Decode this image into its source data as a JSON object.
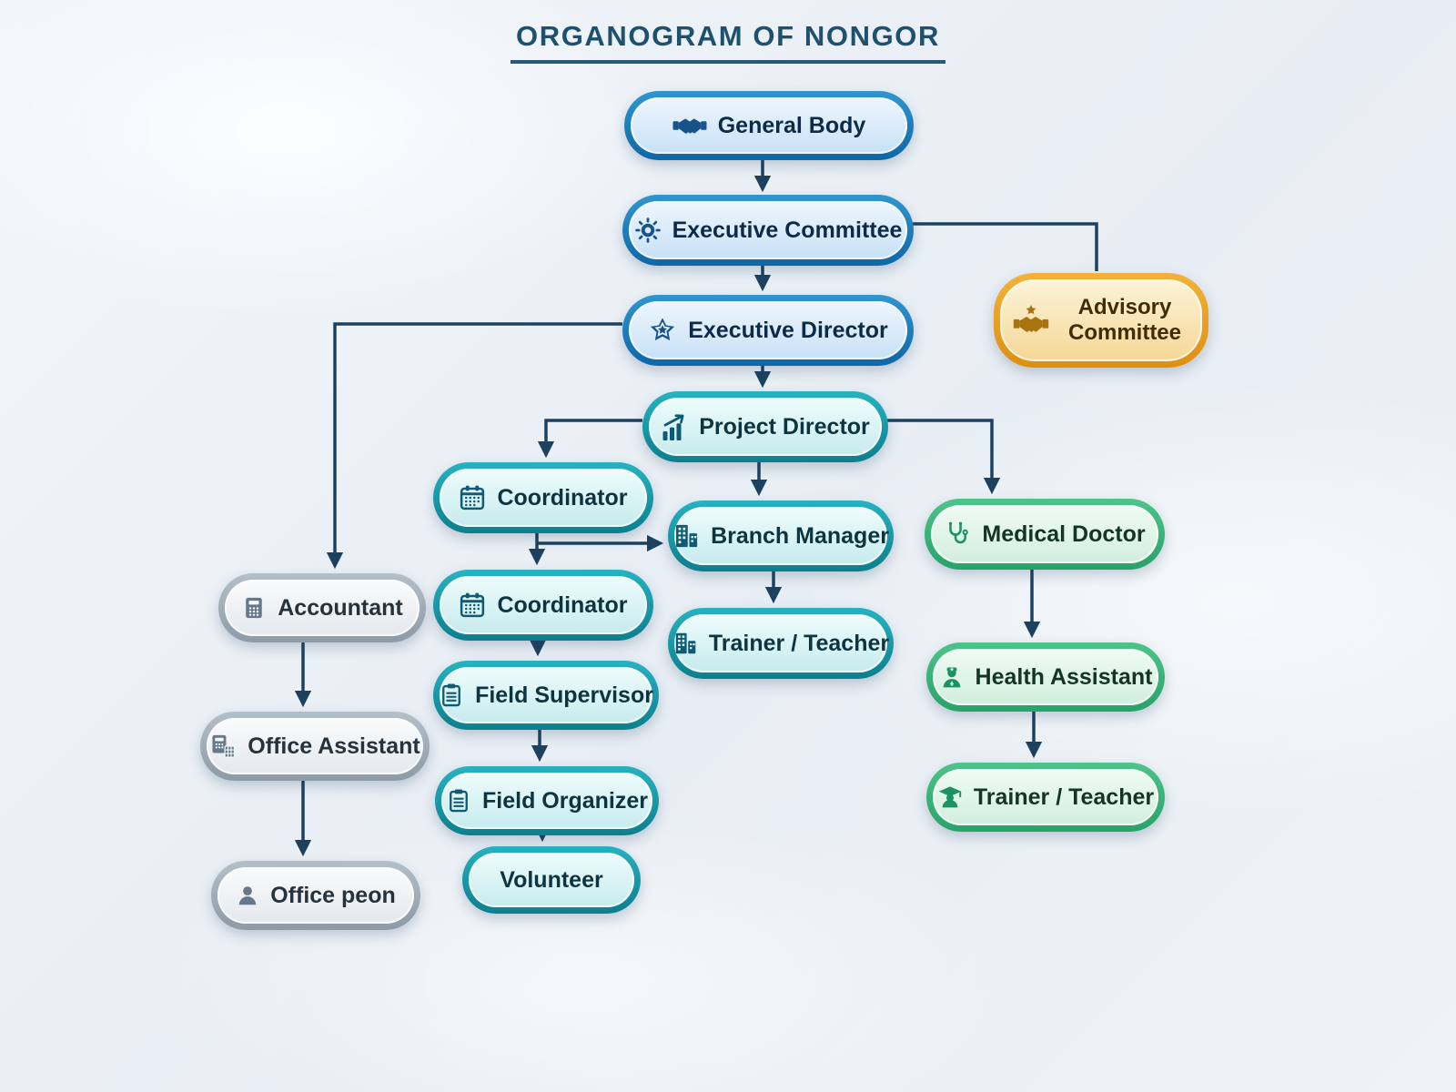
{
  "title": "ORGANOGRAM OF NONGOR",
  "palette": {
    "blue_border": "#1578b8",
    "teal_border": "#13a0b0",
    "green_border": "#3bb878",
    "gray_border": "#9fadb8",
    "orange_border": "#eda42c",
    "connector": "#1d4260",
    "title_color": "#1d5170"
  },
  "nodes": {
    "general_body": {
      "label": "General Body",
      "icon": "handshake-icon"
    },
    "executive_committee": {
      "label": "Executive Committee",
      "icon": "gear-icon"
    },
    "advisory_committee": {
      "label": "Advisory Committee",
      "icon": "handshake-star-icon"
    },
    "executive_director": {
      "label": "Executive Director",
      "icon": "star-icon"
    },
    "project_director": {
      "label": "Project Director",
      "icon": "growth-chart-icon"
    },
    "coordinator_1": {
      "label": "Coordinator",
      "icon": "calendar-icon"
    },
    "branch_manager": {
      "label": "Branch Manager",
      "icon": "building-icon"
    },
    "medical_doctor": {
      "label": "Medical Doctor",
      "icon": "stethoscope-icon"
    },
    "accountant": {
      "label": "Accountant",
      "icon": "calculator-icon"
    },
    "coordinator_2": {
      "label": "Coordinator",
      "icon": "calendar-icon"
    },
    "trainer_teacher_branch": {
      "label": "Trainer / Teacher",
      "icon": "building-icon"
    },
    "health_assistant": {
      "label": "Health Assistant",
      "icon": "medic-person-icon"
    },
    "field_supervisor": {
      "label": "Field Supervisor",
      "icon": "clipboard-icon"
    },
    "office_assistant": {
      "label": "Office Assistant",
      "icon": "calculator-doc-icon"
    },
    "field_organizer": {
      "label": "Field Organizer",
      "icon": "clipboard-icon"
    },
    "trainer_teacher_health": {
      "label": "Trainer / Teacher",
      "icon": "graduate-person-icon"
    },
    "office_peon": {
      "label": "Office peon",
      "icon": "person-icon"
    },
    "volunteer": {
      "label": "Volunteer",
      "icon": ""
    }
  }
}
